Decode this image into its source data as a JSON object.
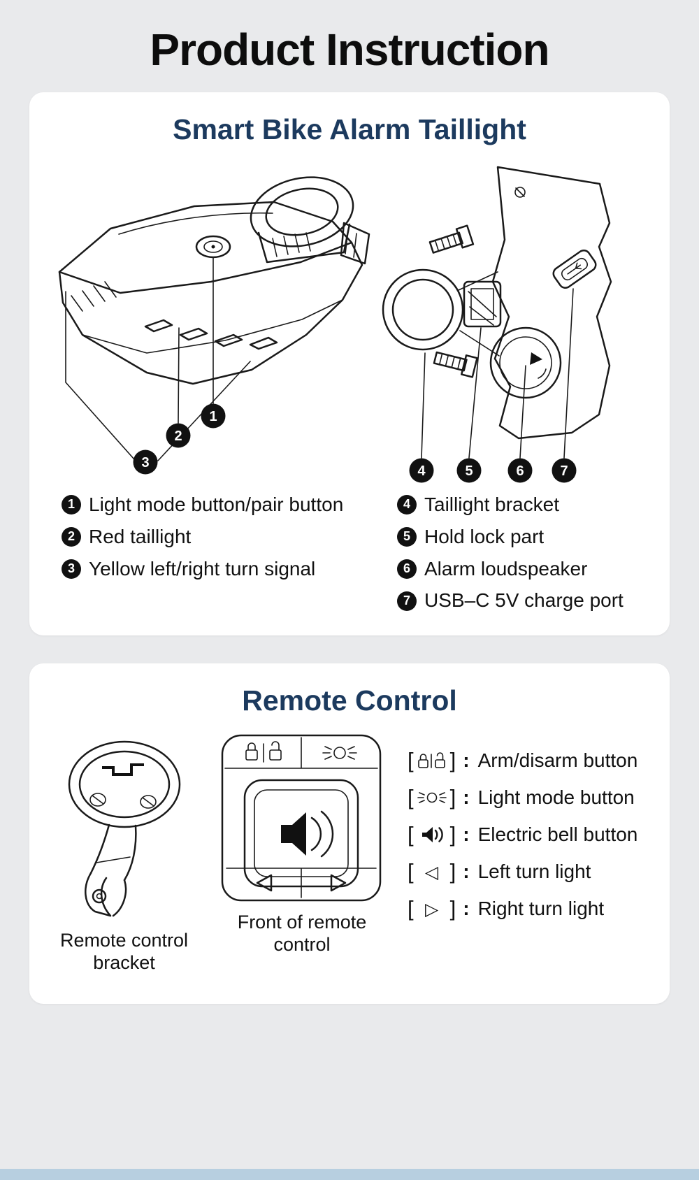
{
  "page": {
    "title": "Product Instruction"
  },
  "card1": {
    "heading": "Smart Bike Alarm Taillight",
    "legend_left": [
      {
        "num": "1",
        "label": "Light mode button/pair button"
      },
      {
        "num": "2",
        "label": "Red taillight"
      },
      {
        "num": "3",
        "label": "Yellow left/right turn signal"
      }
    ],
    "legend_right": [
      {
        "num": "4",
        "label": "Taillight bracket"
      },
      {
        "num": "5",
        "label": "Hold lock part"
      },
      {
        "num": "6",
        "label": "Alarm loudspeaker"
      },
      {
        "num": "7",
        "label": "USB–C 5V charge port"
      }
    ]
  },
  "card2": {
    "heading": "Remote Control",
    "punct": {
      "open": "[",
      "close": "]",
      "colon": ":"
    },
    "legend": [
      {
        "icon": "arm-disarm-lock-pair",
        "label": "Arm/disarm button"
      },
      {
        "icon": "light-mode-headlight",
        "label": "Light mode button"
      },
      {
        "icon": "electric-bell-speaker",
        "label": "Electric bell button"
      },
      {
        "icon": "left-turn-triangle",
        "glyph": "◁",
        "label": "Left turn light"
      },
      {
        "icon": "right-turn-triangle",
        "glyph": "▷",
        "label": "Right turn light"
      }
    ],
    "captions": {
      "bracket": "Remote control bracket",
      "front": "Front of remote control"
    }
  },
  "colors": {
    "background": "#e9eaec",
    "card": "#ffffff",
    "heading": "#1c3a5e",
    "text": "#111111",
    "badge": "#111111",
    "line_art": "#1a1a1a",
    "bottom_bar": "#b7cfe0"
  }
}
